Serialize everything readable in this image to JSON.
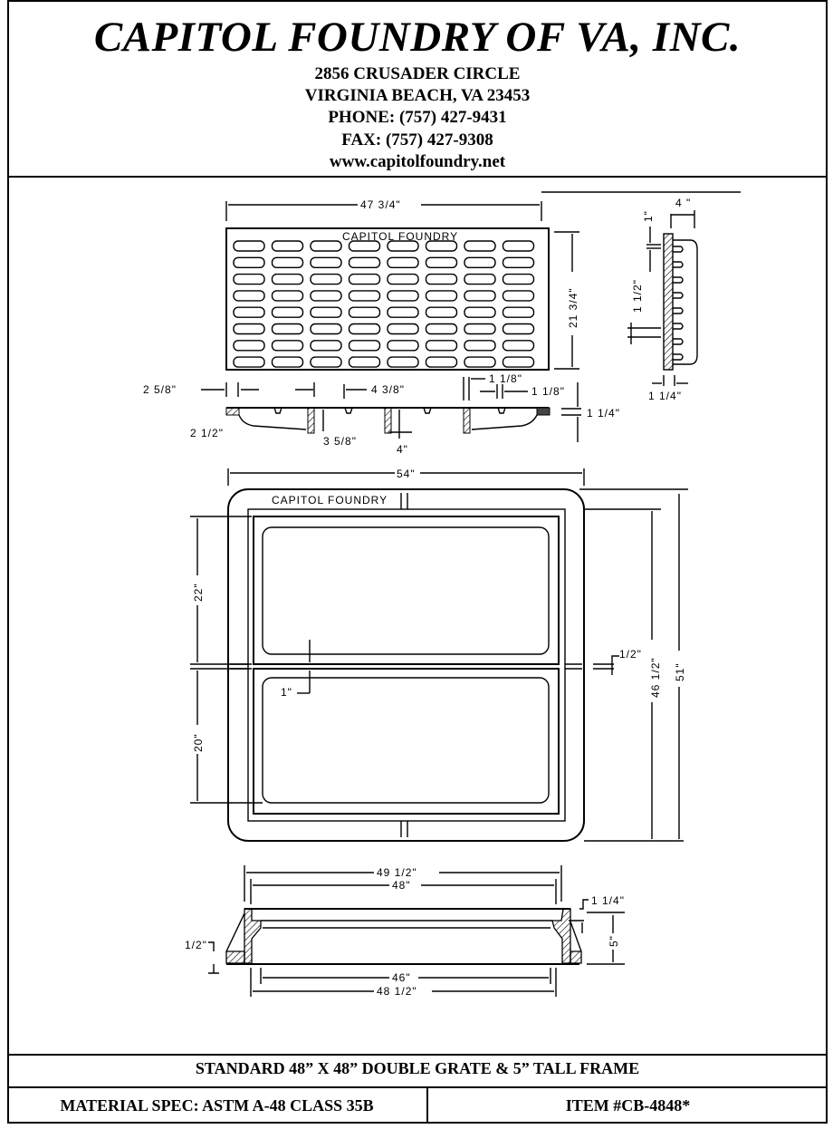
{
  "header": {
    "company": "CAPITOL FOUNDRY OF VA, INC.",
    "address_line1": "2856 CRUSADER CIRCLE",
    "address_line2": "VIRGINIA BEACH, VA 23453",
    "phone": "PHONE: (757) 427-9431",
    "fax": "FAX: (757) 427-9308",
    "website": "www.capitolfoundry.net"
  },
  "drawing": {
    "grate_top": {
      "brand": "CAPITOL FOUNDRY",
      "width": "47 3/4\"",
      "height": "21 3/4\"",
      "slot_columns": 8,
      "slot_rows": 8
    },
    "grate_side": {
      "depth": "4 \"",
      "top": "1\"",
      "spacing": "1 1/2\"",
      "bar": "1 1/4\""
    },
    "grate_section": {
      "edge": "2 5/8\"",
      "spacing": "4 3/8\"",
      "bar1": "1 1/8\"",
      "bar2": "1 1/8\"",
      "flange": "1 1/4\"",
      "lip": "2 1/2\"",
      "inner": "3 5/8\"",
      "depth": "4\""
    },
    "frame_top": {
      "brand": "CAPITOL FOUNDRY",
      "width": "54\"",
      "opening1": "22\"",
      "opening2": "20\"",
      "gap": "1\"",
      "ledge": "1/2\"",
      "inner": "46 1/2\"",
      "outer": "51\""
    },
    "frame_section": {
      "outer": "49 1/2\"",
      "top": "48\"",
      "ledge": "1 1/4\"",
      "height": "5\"",
      "flange": "1/2\"",
      "opening": "46\"",
      "bottom": "48 1/2\""
    }
  },
  "footer": {
    "description": "STANDARD 48” X 48” DOUBLE GRATE & 5” TALL FRAME",
    "material": "MATERIAL SPEC:  ASTM A-48 CLASS 35B",
    "item": "ITEM #CB-4848*"
  }
}
